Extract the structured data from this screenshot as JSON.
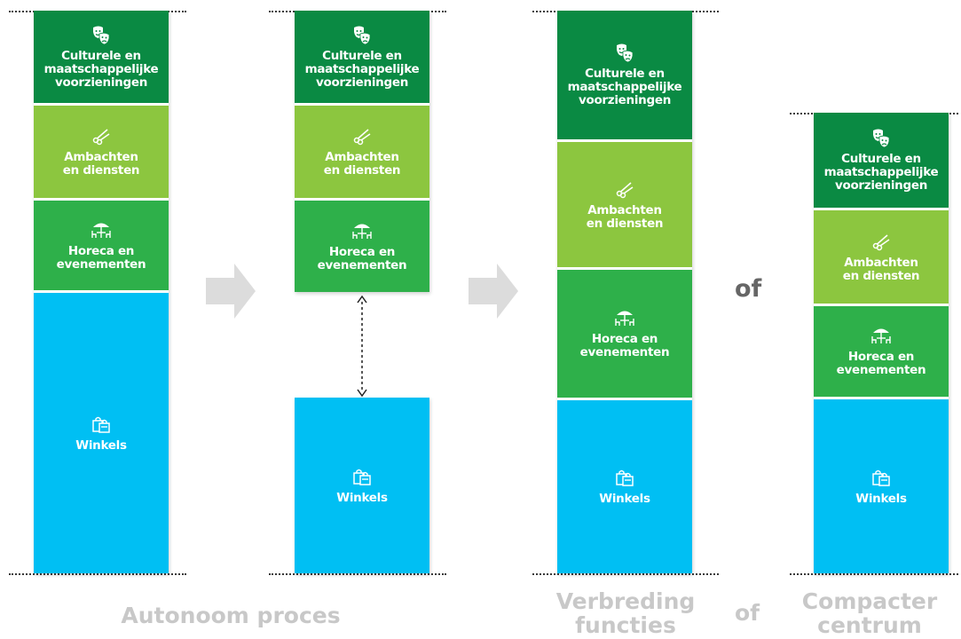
{
  "labels": {
    "culturele": "Culturele en\nmaatschappelijke\nvoorzieningen",
    "ambachten": "Ambachten\nen diensten",
    "horeca": "Horeca en\nevenementen",
    "winkels": "Winkels"
  },
  "captions": {
    "autonoom": "Autonoom proces",
    "verbreding": "Verbreding\nfuncties",
    "compacter": "Compacter\ncentrum"
  },
  "connector_word": "of",
  "icons": {
    "culturele": "theater-masks-icon",
    "ambachten": "scissors-icon",
    "horeca": "terrace-umbrella-icon",
    "winkels": "shopping-bags-icon"
  },
  "colors": {
    "culturele": "#0a8a43",
    "ambachten": "#8cc63f",
    "horeca": "#2eb04a",
    "winkels": "#00bff3"
  }
}
